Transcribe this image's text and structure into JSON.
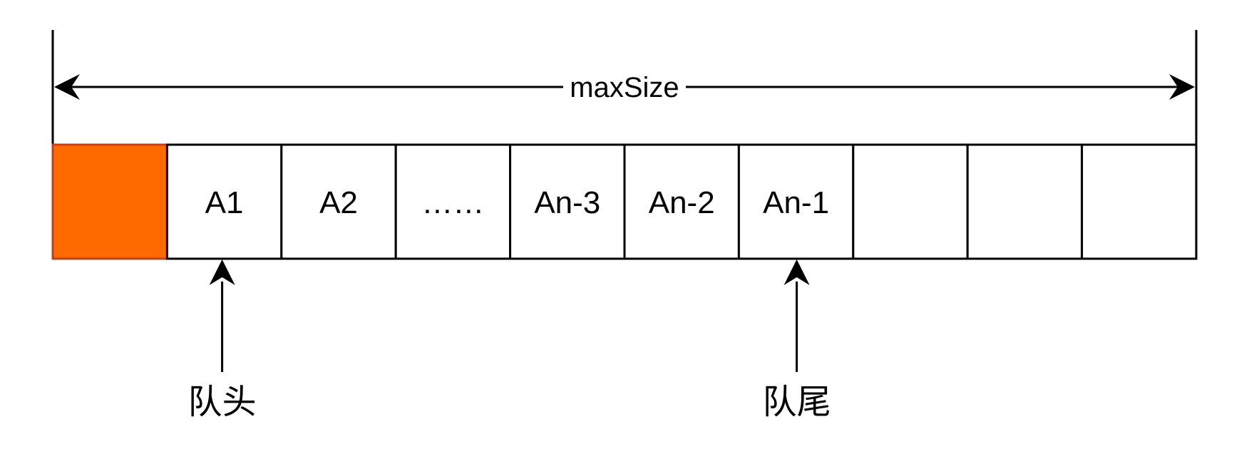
{
  "diagram": {
    "dimension_label": "maxSize",
    "cells": [
      {
        "label": "",
        "highlighted": true
      },
      {
        "label": "A1",
        "highlighted": false
      },
      {
        "label": "A2",
        "highlighted": false
      },
      {
        "label": "……",
        "highlighted": false
      },
      {
        "label": "An-3",
        "highlighted": false
      },
      {
        "label": "An-2",
        "highlighted": false
      },
      {
        "label": "An-1",
        "highlighted": false
      },
      {
        "label": "",
        "highlighted": false
      },
      {
        "label": "",
        "highlighted": false
      },
      {
        "label": "",
        "highlighted": false
      }
    ],
    "pointers": [
      {
        "label": "队头",
        "cell_index": 1
      },
      {
        "label": "队尾",
        "cell_index": 6
      }
    ],
    "colors": {
      "highlight_fill": "#ff6a00",
      "highlight_stroke": "#c0401a",
      "line": "#000000"
    }
  }
}
